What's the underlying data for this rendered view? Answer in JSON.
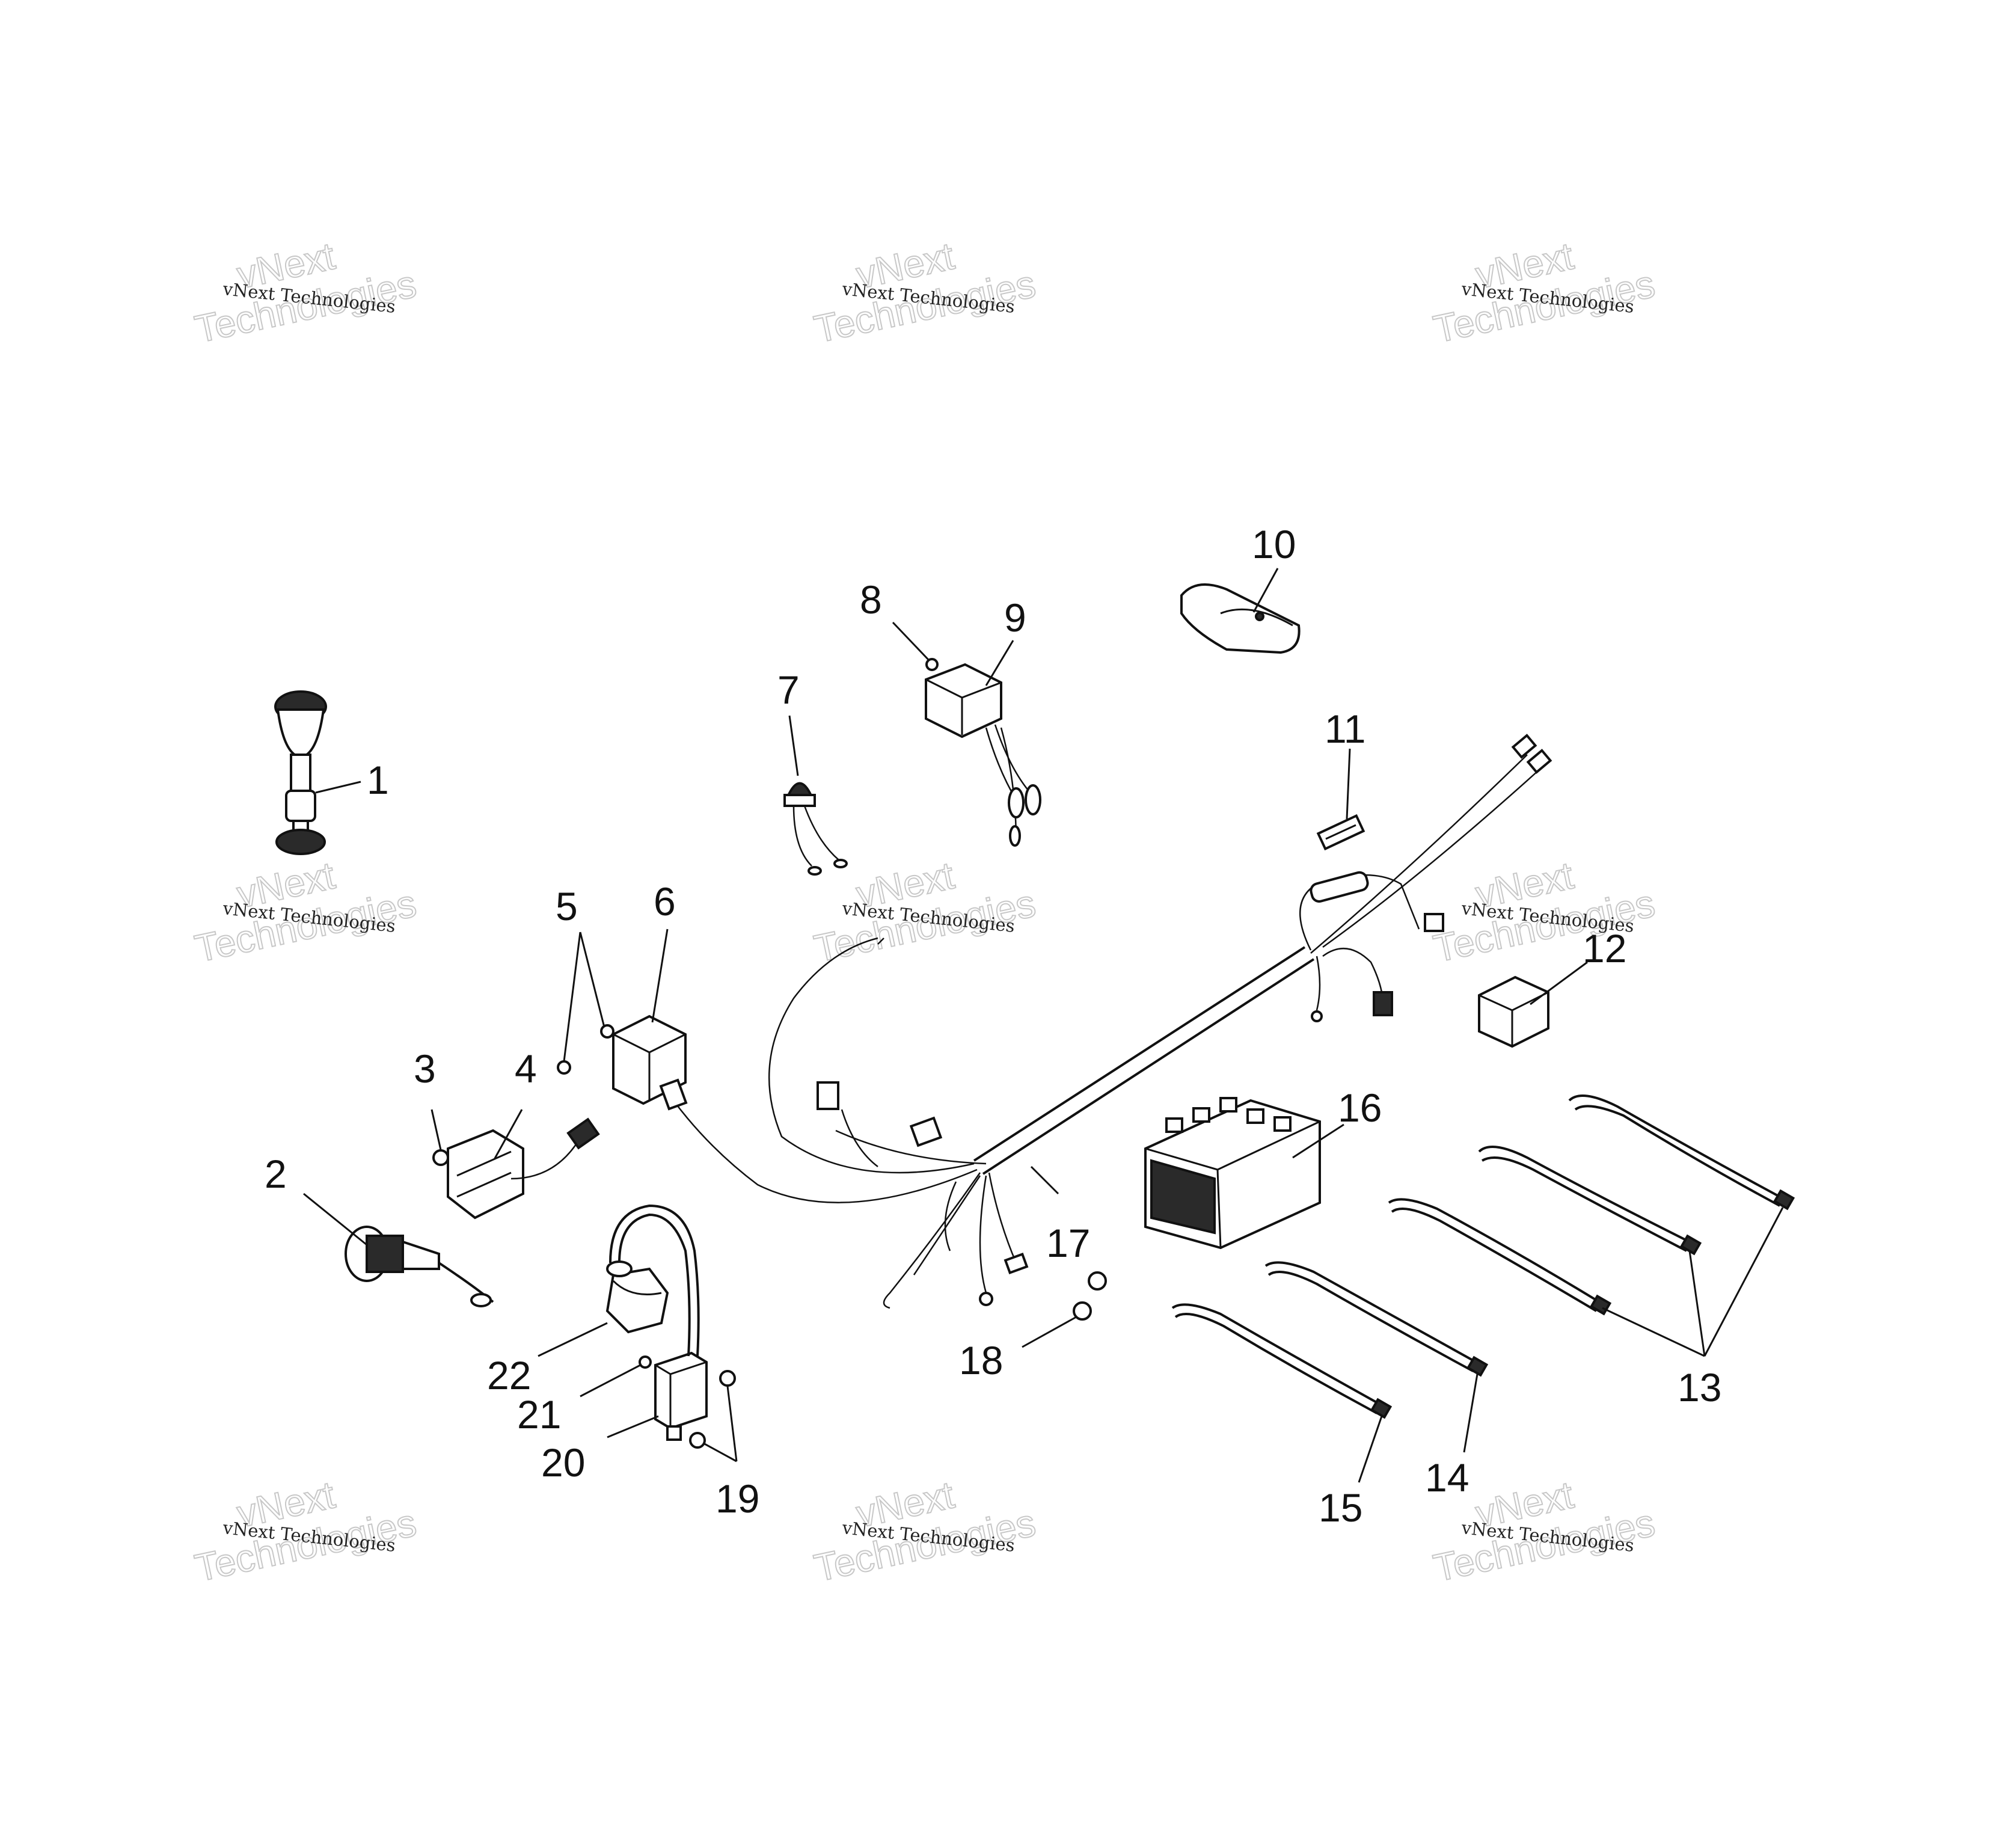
{
  "watermark": {
    "line1": "vNext Technologies",
    "line2a": "vNext",
    "line2b": "Technologies"
  },
  "callouts": {
    "c1": "1",
    "c2": "2",
    "c3": "3",
    "c4": "4",
    "c5": "5",
    "c6": "6",
    "c7": "7",
    "c8": "8",
    "c9": "9",
    "c10": "10",
    "c11": "11",
    "c12": "12",
    "c13": "13",
    "c14": "14",
    "c15": "15",
    "c16": "16",
    "c17": "17",
    "c18": "18",
    "c19": "19",
    "c20": "20",
    "c21": "21",
    "c22": "22"
  }
}
